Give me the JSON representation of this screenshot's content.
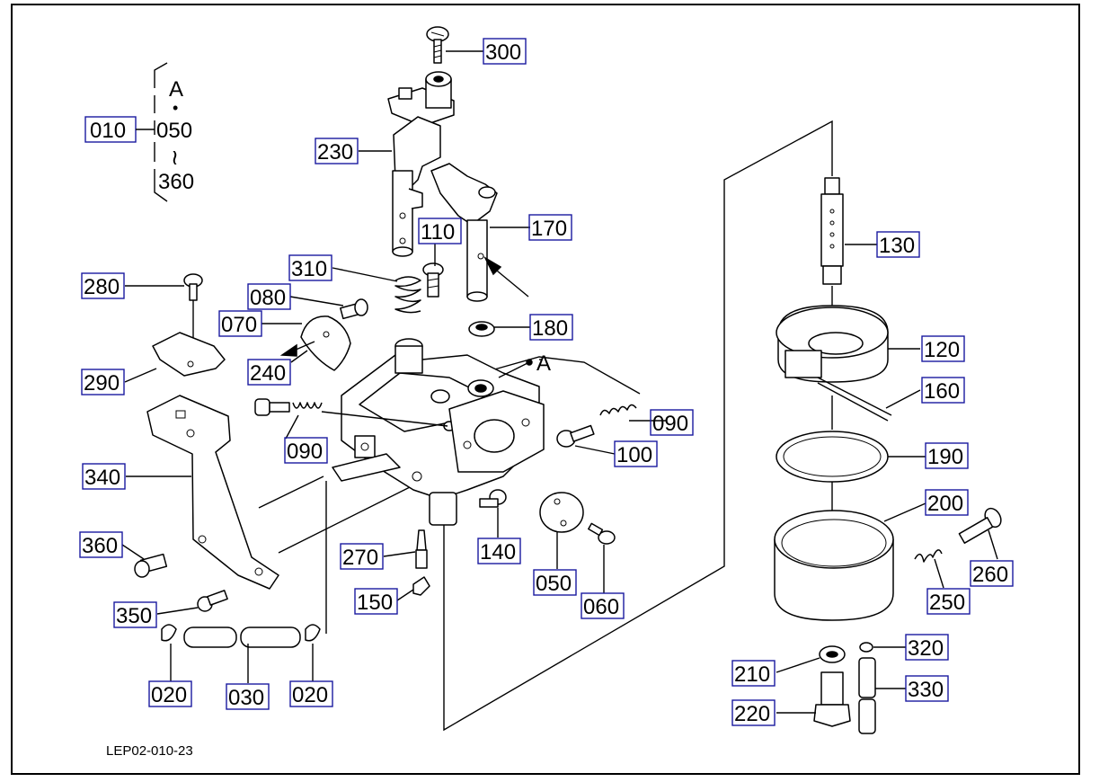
{
  "figure_code": "LEP02-010-23",
  "group_label": {
    "code": "010",
    "items": [
      "A",
      "•",
      "050",
      "≀",
      "360"
    ]
  },
  "reference_marker": "A",
  "callouts": [
    {
      "id": "c300",
      "label": "300"
    },
    {
      "id": "c230",
      "label": "230"
    },
    {
      "id": "c110",
      "label": "110"
    },
    {
      "id": "c170",
      "label": "170"
    },
    {
      "id": "c310",
      "label": "310"
    },
    {
      "id": "c280",
      "label": "280"
    },
    {
      "id": "c080",
      "label": "080"
    },
    {
      "id": "c070",
      "label": "070"
    },
    {
      "id": "c180",
      "label": "180"
    },
    {
      "id": "c240",
      "label": "240"
    },
    {
      "id": "c290",
      "label": "290"
    },
    {
      "id": "c090a",
      "label": "090"
    },
    {
      "id": "c090b",
      "label": "090"
    },
    {
      "id": "c100",
      "label": "100"
    },
    {
      "id": "c340",
      "label": "340"
    },
    {
      "id": "c360",
      "label": "360"
    },
    {
      "id": "c270",
      "label": "270"
    },
    {
      "id": "c140",
      "label": "140"
    },
    {
      "id": "c050",
      "label": "050"
    },
    {
      "id": "c060",
      "label": "060"
    },
    {
      "id": "c150",
      "label": "150"
    },
    {
      "id": "c350",
      "label": "350"
    },
    {
      "id": "c020a",
      "label": "020"
    },
    {
      "id": "c030",
      "label": "030"
    },
    {
      "id": "c020b",
      "label": "020"
    },
    {
      "id": "c130",
      "label": "130"
    },
    {
      "id": "c120",
      "label": "120"
    },
    {
      "id": "c160",
      "label": "160"
    },
    {
      "id": "c190",
      "label": "190"
    },
    {
      "id": "c200",
      "label": "200"
    },
    {
      "id": "c260",
      "label": "260"
    },
    {
      "id": "c250",
      "label": "250"
    },
    {
      "id": "c320",
      "label": "320"
    },
    {
      "id": "c210",
      "label": "210"
    },
    {
      "id": "c330",
      "label": "330"
    },
    {
      "id": "c220",
      "label": "220"
    }
  ]
}
